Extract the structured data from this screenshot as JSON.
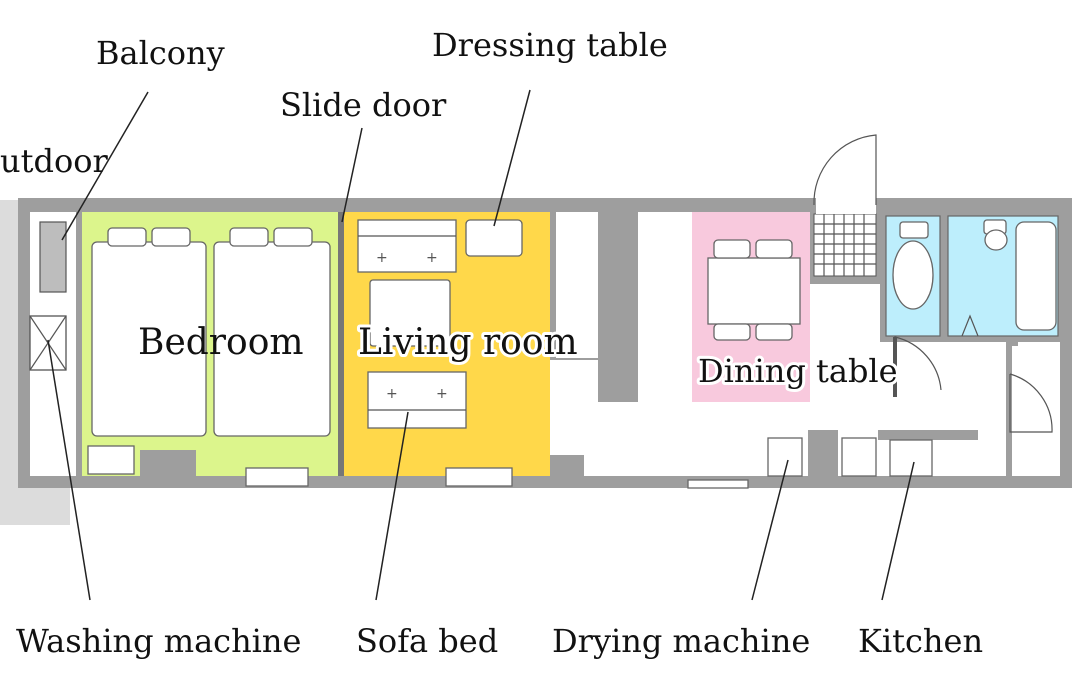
{
  "labels": {
    "outdoor": "utdoor",
    "balcony": "Balcony",
    "slide_door": "Slide door",
    "dressing_table": "Dressing table",
    "bedroom": "Bedroom",
    "living_room": "Living room",
    "dining_table": "Dining table",
    "washing_machine": "Washing machine",
    "sofa_bed": "Sofa bed",
    "drying_machine": "Drying machine",
    "kitchen": "Kitchen"
  },
  "colors": {
    "bedroom": "#dcf58c",
    "living_room": "#ffd84a",
    "dining": "#f8c9dd",
    "bathroom": "#bdeefc",
    "wall": "#9e9e9e",
    "outdoor": "#dcdcdc"
  }
}
